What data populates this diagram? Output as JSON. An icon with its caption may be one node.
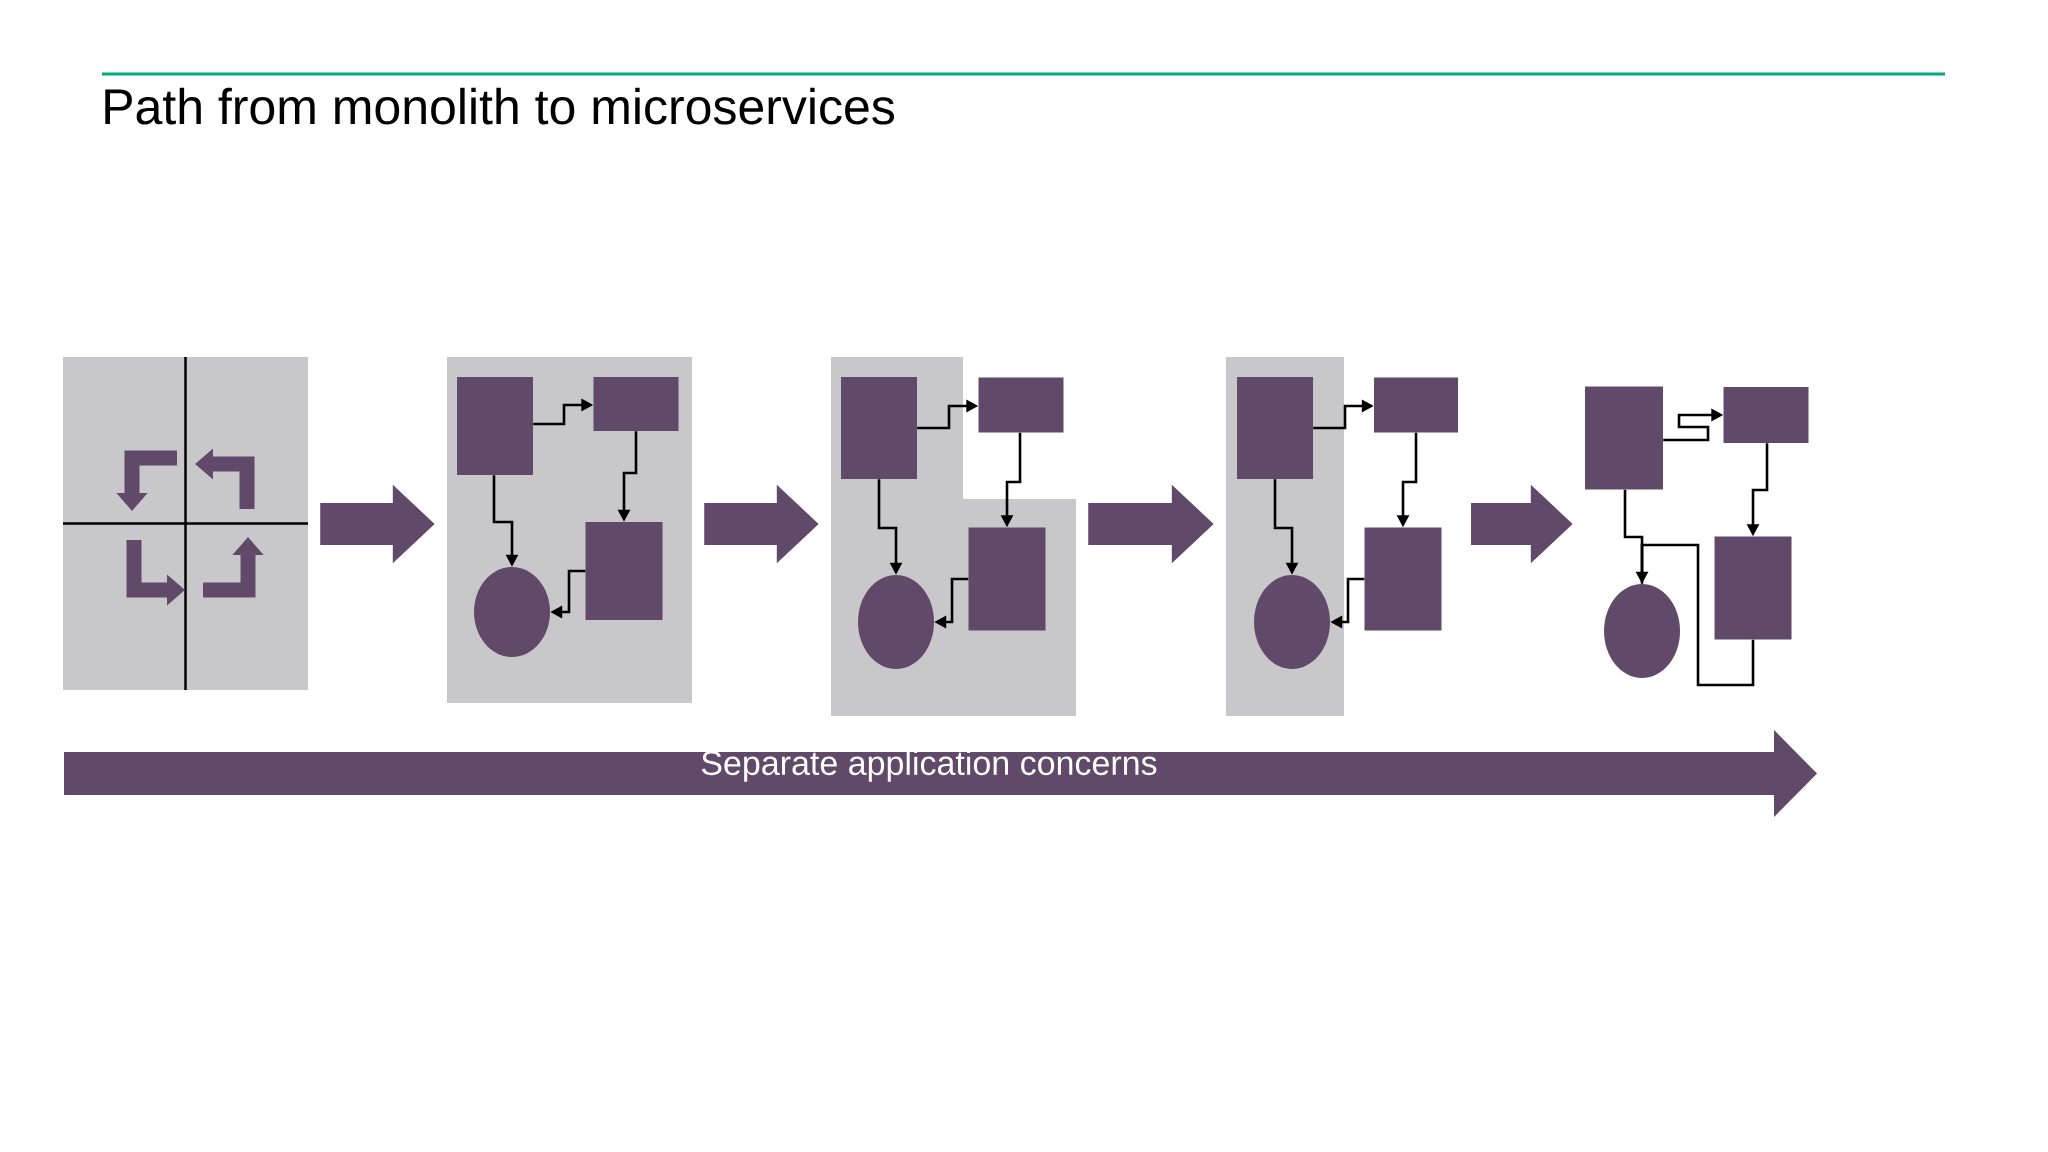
{
  "diagram": {
    "title": "Path from monolith to microservices",
    "nodes": [
      {
        "text": [],
        "shape": "box"
      },
      {
        "text": [],
        "shape": "box"
      },
      {
        "text": [],
        "shape": "box",
        "in": 1
      },
      {
        "text": [],
        "shape": "box",
        "in": 1
      },
      {
        "text": [],
        "shape": "box",
        "in": 1
      },
      {
        "text": [],
        "shape": "circle",
        "in": 1
      },
      {
        "text": [],
        "shape": "box"
      },
      {
        "text": [],
        "shape": "box",
        "in": 6
      },
      {
        "text": [],
        "shape": "box"
      },
      {
        "text": [],
        "shape": "box",
        "in": 6
      },
      {
        "text": [],
        "shape": "circle",
        "in": 6
      },
      {
        "text": [],
        "shape": "box"
      },
      {
        "text": [],
        "shape": "box",
        "in": 11
      },
      {
        "text": [],
        "shape": "box"
      },
      {
        "text": [],
        "shape": "box"
      },
      {
        "text": [],
        "shape": "circle",
        "in": 11
      },
      {
        "text": [],
        "shape": "box"
      },
      {
        "text": [],
        "shape": "box"
      },
      {
        "text": [],
        "shape": "box"
      },
      {
        "text": [],
        "shape": "circle"
      },
      {
        "text": [
          "Separate application concerns"
        ]
      }
    ],
    "edges": [
      {
        "from": 0,
        "to": 1,
        "arrow": "to",
        "style": "thick",
        "color": "#614a69"
      },
      {
        "from": 2,
        "to": 3,
        "arrow": "to"
      },
      {
        "from": 3,
        "to": 4,
        "arrow": "to"
      },
      {
        "from": 2,
        "to": 5,
        "arrow": "to"
      },
      {
        "from": 4,
        "to": 5,
        "arrow": "to"
      },
      {
        "from": 1,
        "to": 6,
        "arrow": "to",
        "style": "thick",
        "color": "#614a69"
      },
      {
        "from": 7,
        "to": 8,
        "arrow": "to"
      },
      {
        "from": 8,
        "to": 9,
        "arrow": "to"
      },
      {
        "from": 7,
        "to": 10,
        "arrow": "to"
      },
      {
        "from": 9,
        "to": 10,
        "arrow": "to"
      },
      {
        "from": 6,
        "to": 11,
        "arrow": "to",
        "style": "thick",
        "color": "#614a69"
      },
      {
        "from": 12,
        "to": 13,
        "arrow": "to"
      },
      {
        "from": 13,
        "to": 14,
        "arrow": "to"
      },
      {
        "from": 12,
        "to": 15,
        "arrow": "to"
      },
      {
        "from": 14,
        "to": 15,
        "arrow": "to"
      },
      {
        "from": null,
        "to": 16,
        "arrow": "to",
        "style": "thick",
        "color": "#614a69"
      },
      {
        "from": 16,
        "to": 17,
        "arrow": "to"
      },
      {
        "from": 17,
        "to": 18,
        "arrow": "to"
      },
      {
        "from": 16,
        "to": 19,
        "arrow": "to"
      },
      {
        "from": 18,
        "to": 19,
        "arrow": "none"
      }
    ]
  }
}
